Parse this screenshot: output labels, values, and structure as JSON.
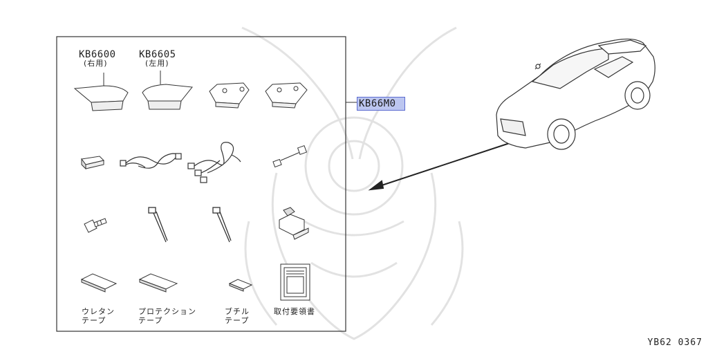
{
  "diagram": {
    "kit_part_number": "KB66M0",
    "diagram_code": "YB62 0367",
    "parts": {
      "spoiler_right": {
        "part_number": "KB6600",
        "note": "(右用)"
      },
      "spoiler_left": {
        "part_number": "KB6605",
        "note": "(左用)"
      }
    },
    "tapes": {
      "urethane": {
        "line1": "ウレタン",
        "line2": "テープ"
      },
      "protection": {
        "line1": "プロテクション",
        "line2": "テープ"
      },
      "butyl": {
        "line1": "ブチル",
        "line2": "テープ"
      }
    },
    "manual_label": "取付要領書"
  }
}
